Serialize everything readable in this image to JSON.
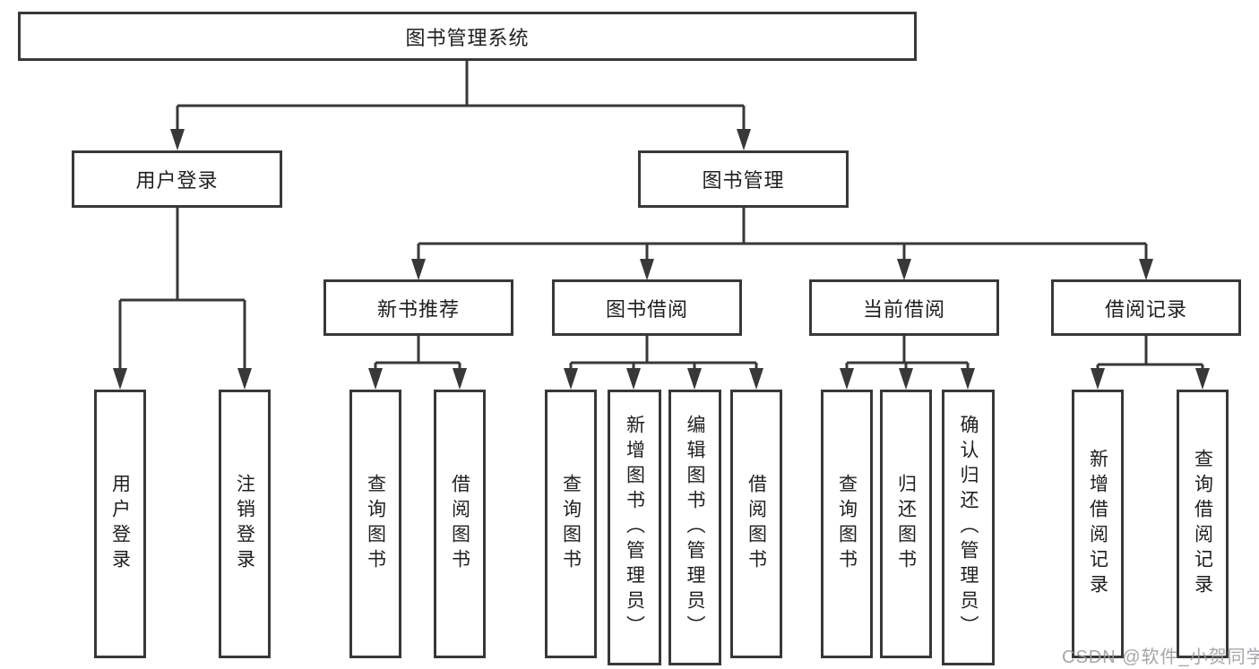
{
  "colors": {
    "background": "#ffffff",
    "line": "#383838",
    "box_border": "#383838",
    "text": "#1f1f1f",
    "watermark": "#959ba1"
  },
  "watermark": {
    "text": "CSDN @软件_小贺同学"
  },
  "nodes": {
    "root": {
      "label": "图书管理系统"
    },
    "user_login": {
      "label": "用户登录"
    },
    "book_management": {
      "label": "图书管理"
    },
    "new_book_recommend": {
      "label": "新书推荐"
    },
    "book_borrowing": {
      "label": "图书借阅"
    },
    "current_borrowing": {
      "label": "当前借阅"
    },
    "borrowing_records": {
      "label": "借阅记录"
    },
    "leaf_user_login": {
      "label": "用户登录"
    },
    "leaf_logout": {
      "label": "注销登录"
    },
    "leaf_recommend_query_books": {
      "label": "查询图书"
    },
    "leaf_recommend_borrow_books": {
      "label": "借阅图书"
    },
    "leaf_borrowing_query_books": {
      "label": "查询图书"
    },
    "leaf_borrowing_add_books": {
      "label": "新增图书（管理员）"
    },
    "leaf_borrowing_edit_books": {
      "label": "编辑图书（管理员）"
    },
    "leaf_borrowing_borrow_books": {
      "label": "借阅图书"
    },
    "leaf_current_query_books": {
      "label": "查询图书"
    },
    "leaf_current_return_books": {
      "label": "归还图书"
    },
    "leaf_current_confirm_return": {
      "label": "确认归还（管理员）"
    },
    "leaf_records_add_record": {
      "label": "新增借阅记录"
    },
    "leaf_records_query_record": {
      "label": "查询借阅记录"
    }
  },
  "hierarchy": {
    "图书管理系统": {
      "用户登录": [
        "用户登录",
        "注销登录"
      ],
      "图书管理": {
        "新书推荐": [
          "查询图书",
          "借阅图书"
        ],
        "图书借阅": [
          "查询图书",
          "新增图书（管理员）",
          "编辑图书（管理员）",
          "借阅图书"
        ],
        "当前借阅": [
          "查询图书",
          "归还图书",
          "确认归还（管理员）"
        ],
        "借阅记录": [
          "新增借阅记录",
          "查询借阅记录"
        ]
      }
    }
  }
}
